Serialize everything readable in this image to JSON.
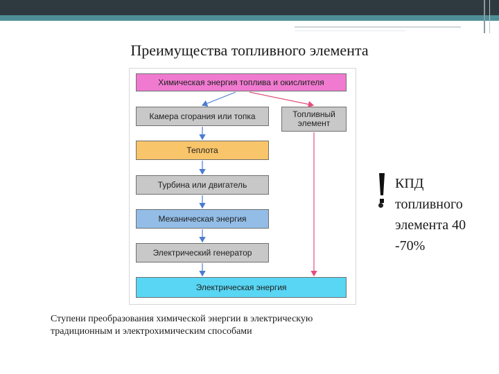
{
  "slide": {
    "title": "Преимущества топливного элемента"
  },
  "diagram": {
    "boxes": {
      "chemical_energy": {
        "label": "Химическая энергия топлива и окислителя",
        "color": "#f07ad0"
      },
      "combustion": {
        "label": "Камера сгорания или топка",
        "color": "#c8c8c8"
      },
      "fuel_cell": {
        "label": "Топливный элемент",
        "color": "#c8c8c8"
      },
      "heat": {
        "label": "Теплота",
        "color": "#f9c56a"
      },
      "turbine": {
        "label": "Турбина или двигатель",
        "color": "#c8c8c8"
      },
      "mechanical": {
        "label": "Механическая энергия",
        "color": "#93bde6"
      },
      "generator": {
        "label": "Электрический генератор",
        "color": "#c8c8c8"
      },
      "electrical": {
        "label": "Электрическая энергия",
        "color": "#58d6f4"
      }
    },
    "arrow_colors": {
      "main": "#4a7bd0",
      "fuel_cell": "#e44d7a"
    }
  },
  "callout": {
    "lines": [
      "КПД",
      "топливного",
      "элемента 40",
      "-70%"
    ]
  },
  "caption": {
    "line1": "Ступени  преобразования  химической  энергии  в электрическую",
    "line2": "традиционным  и электрохимическим  способами"
  }
}
